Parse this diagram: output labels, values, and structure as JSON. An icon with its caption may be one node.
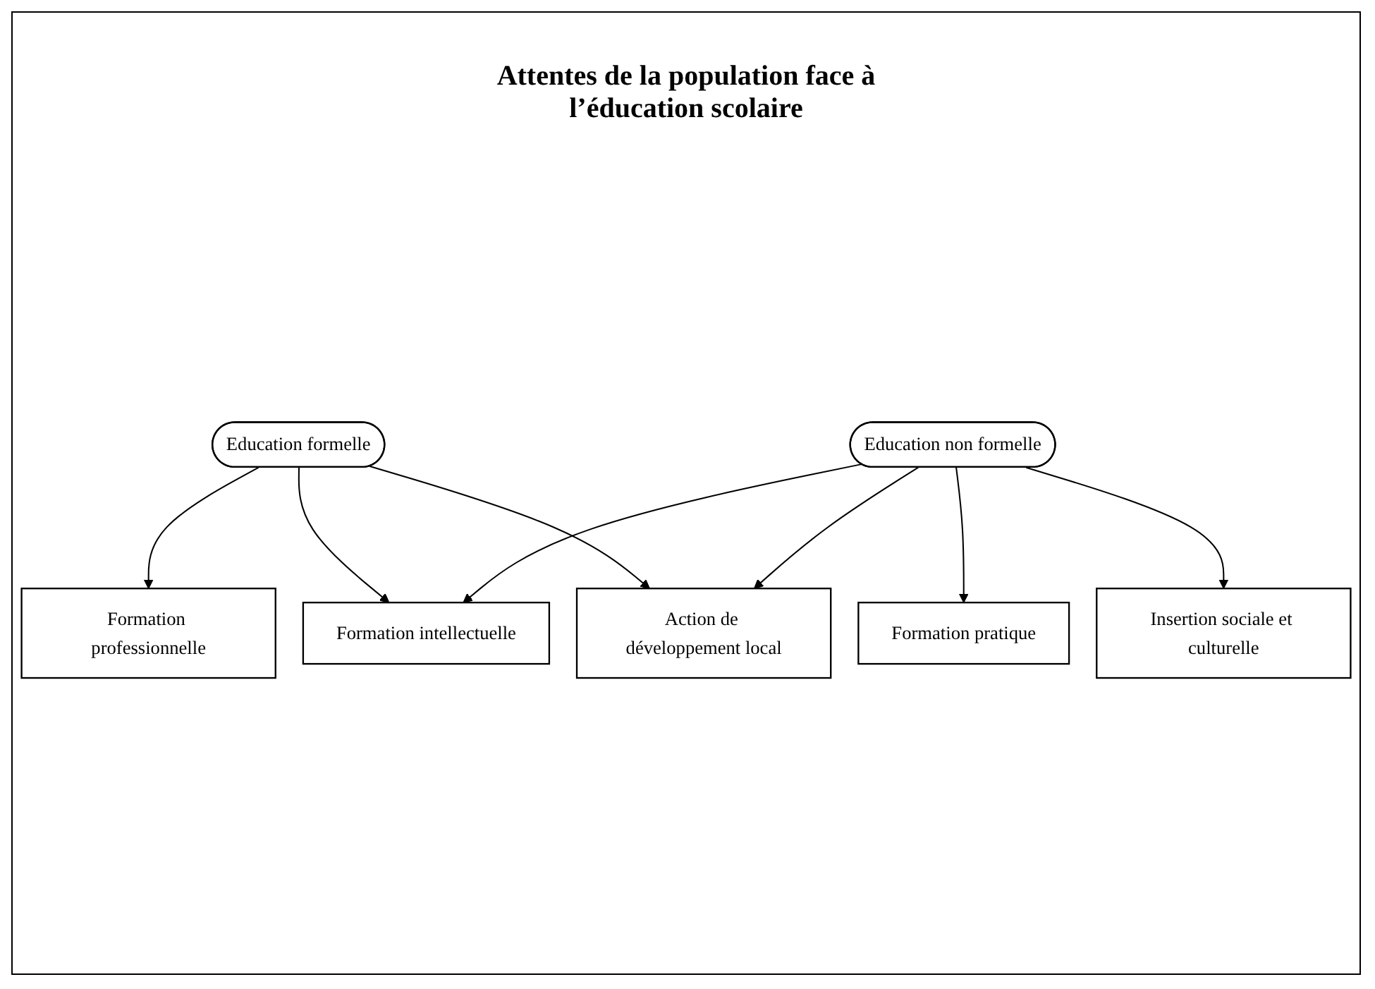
{
  "diagram": {
    "title": "Attentes de la population face à l’éducation scolaire",
    "nodes": [
      {
        "text": [
          "Education formelle"
        ]
      },
      {
        "text": [
          "Formation professionnelle"
        ]
      },
      {
        "text": [
          "Formation pratique"
        ]
      },
      {
        "text": [
          "Insertion sociale et culturelle"
        ]
      },
      {
        "text": [
          "Formation intellectuelle"
        ]
      },
      {
        "text": [
          "Action de développement local"
        ]
      },
      {
        "text": [
          "Education non formelle"
        ]
      }
    ],
    "edges": [
      {
        "from": 0,
        "to": 1,
        "arrow": "to"
      },
      {
        "from": 0,
        "to": 4,
        "arrow": "to"
      },
      {
        "from": 0,
        "to": 5,
        "arrow": "to"
      },
      {
        "from": 6,
        "to": 2,
        "arrow": "to"
      },
      {
        "from": 6,
        "to": 3,
        "arrow": "to"
      },
      {
        "from": 6,
        "to": 4,
        "arrow": "to"
      },
      {
        "from": 6,
        "to": 5,
        "arrow": "to"
      }
    ]
  }
}
